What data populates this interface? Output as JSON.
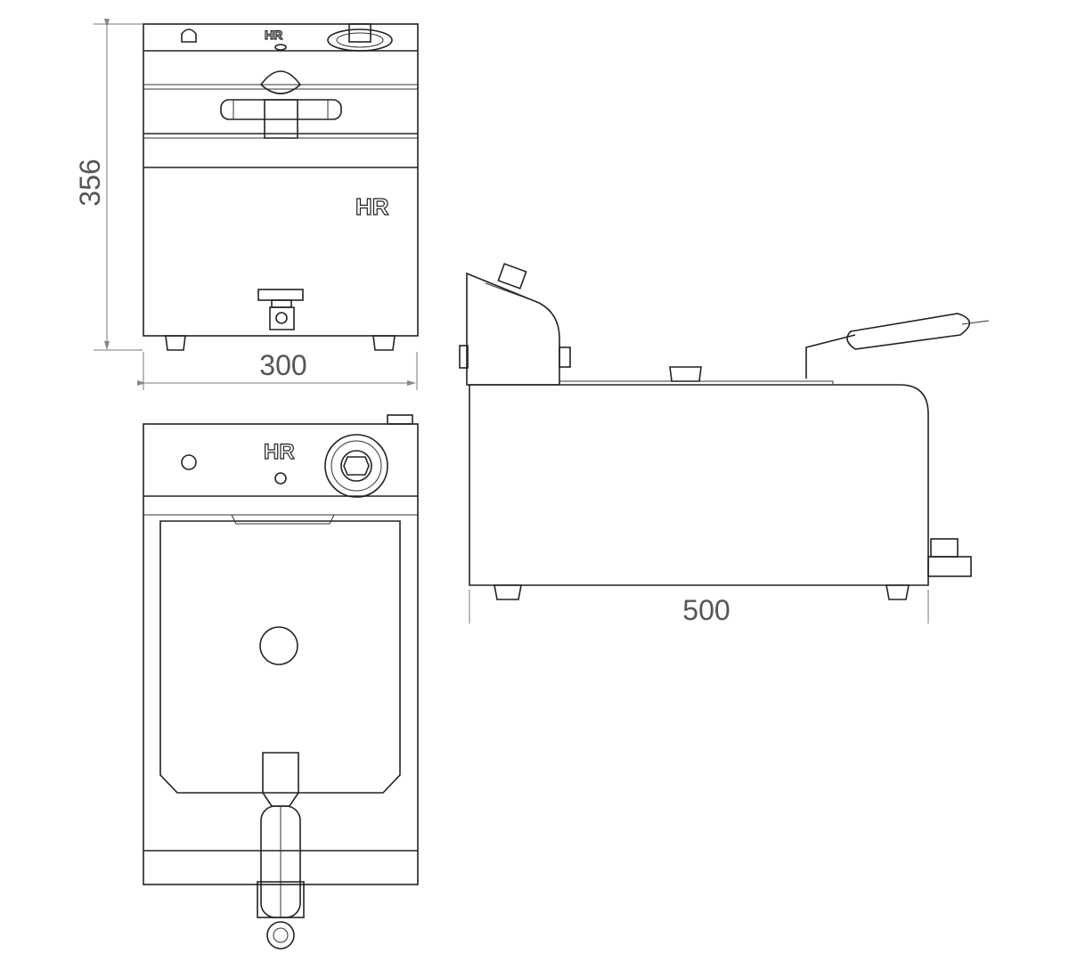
{
  "drawing": {
    "dimensions": {
      "height": "356",
      "width": "300",
      "depth": "500"
    },
    "brand_logo": "HR"
  }
}
